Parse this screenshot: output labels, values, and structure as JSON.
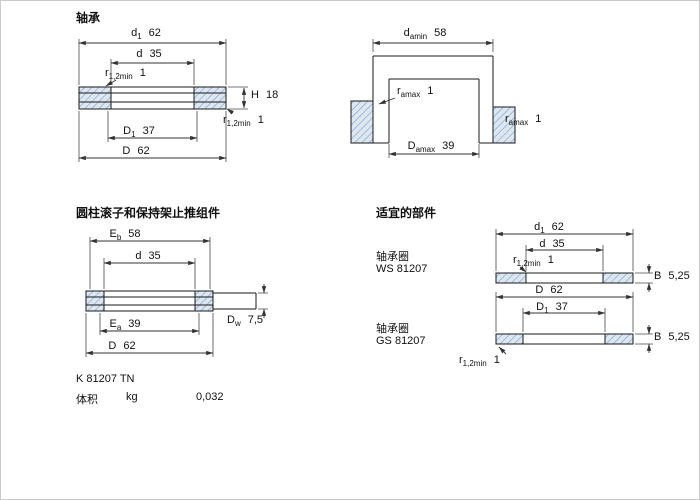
{
  "bearing": {
    "title": "轴承",
    "dims": {
      "d1": {
        "sym": "d",
        "sub": "1",
        "val": "62"
      },
      "d": {
        "sym": "d",
        "sub": "",
        "val": "35"
      },
      "r_top": {
        "sym": "r",
        "sub": "1,2min",
        "val": "1"
      },
      "H": {
        "sym": "H",
        "sub": "",
        "val": "18"
      },
      "r_bottom": {
        "sym": "r",
        "sub": "1,2min",
        "val": "1"
      },
      "D1": {
        "sym": "D",
        "sub": "1",
        "val": "37"
      },
      "D": {
        "sym": "D",
        "sub": "",
        "val": "62"
      }
    }
  },
  "abutment": {
    "dims": {
      "da": {
        "sym": "d",
        "sub": "amin",
        "val": "58"
      },
      "ra_left": {
        "sym": "r",
        "sub": "amax",
        "val": "1"
      },
      "ra_right": {
        "sym": "r",
        "sub": "amax",
        "val": "1"
      },
      "Da": {
        "sym": "D",
        "sub": "amax",
        "val": "39"
      }
    }
  },
  "assembly": {
    "title": "圆柱滚子和保持架止推组件",
    "dims": {
      "Eb": {
        "sym": "E",
        "sub": "b",
        "val": "58"
      },
      "d": {
        "sym": "d",
        "sub": "",
        "val": "35"
      },
      "Dw": {
        "sym": "D",
        "sub": "w",
        "val": "7,5"
      },
      "Ea": {
        "sym": "E",
        "sub": "a",
        "val": "39"
      },
      "D": {
        "sym": "D",
        "sub": "",
        "val": "62"
      }
    },
    "designation": "K 81207 TN",
    "mass_label": "体积",
    "mass_unit": "kg",
    "mass_value": "0,032"
  },
  "parts": {
    "title": "适宜的部件",
    "ws": {
      "type_label": "轴承圈",
      "name": "WS 81207",
      "dims": {
        "d1": {
          "sym": "d",
          "sub": "1",
          "val": "62"
        },
        "d": {
          "sym": "d",
          "sub": "",
          "val": "35"
        },
        "r": {
          "sym": "r",
          "sub": "1,2min",
          "val": "1"
        },
        "B": {
          "sym": "B",
          "sub": "",
          "val": "5,25"
        }
      }
    },
    "gs": {
      "type_label": "轴承圈",
      "name": "GS 81207",
      "dims": {
        "D": {
          "sym": "D",
          "sub": "",
          "val": "62"
        },
        "D1": {
          "sym": "D",
          "sub": "1",
          "val": "37"
        },
        "B": {
          "sym": "B",
          "sub": "",
          "val": "5,25"
        },
        "r": {
          "sym": "r",
          "sub": "1,2min",
          "val": "1"
        }
      }
    }
  }
}
